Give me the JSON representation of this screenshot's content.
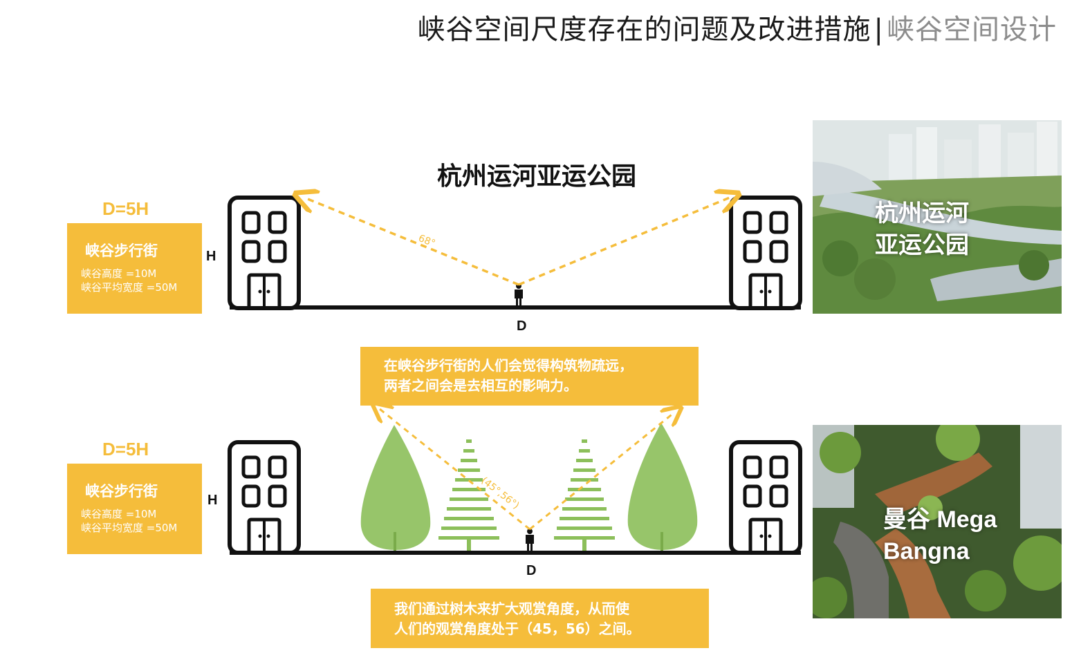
{
  "header": {
    "title": "峡谷空间尺度存在的问题及改进措施",
    "separator": "|",
    "subtitle": "峡谷空间设计"
  },
  "colors": {
    "accent": "#f5bd3b",
    "tree_green": "#8cbf5a",
    "ground": "#111111"
  },
  "top": {
    "section_title": "杭州运河亚运公园",
    "ratio": "D=5H",
    "box": {
      "title": "峡谷步行街",
      "height": "峡谷高度 =10M",
      "width": "峡谷平均宽度 =50M"
    },
    "h_label": "H",
    "d_label": "D",
    "angle": "68°",
    "note": [
      "在峡谷步行街的人们会觉得构筑物疏远，",
      "两者之间会是去相互的影响力。"
    ],
    "photo_caption": [
      "杭州运河",
      "亚运公园"
    ]
  },
  "bottom": {
    "ratio": "D=5H",
    "box": {
      "title": "峡谷步行街",
      "height": "峡谷高度 =10M",
      "width": "峡谷平均宽度 =50M"
    },
    "h_label": "H",
    "d_label": "D",
    "angle": "(45°,56°)",
    "note": [
      "我们通过树木来扩大观赏角度，从而使",
      "人们的观赏角度处于（45，56）之间。"
    ],
    "photo_caption": [
      "曼谷 Mega",
      "Bangna"
    ]
  }
}
